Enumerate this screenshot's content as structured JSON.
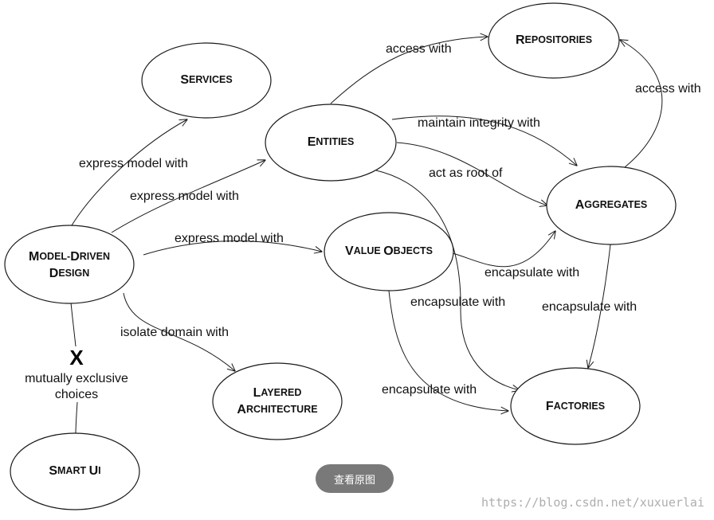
{
  "nodes": {
    "services": [
      "SERVICES"
    ],
    "repositories": [
      "REPOSITORIES"
    ],
    "entities": [
      "ENTITIES"
    ],
    "aggregates": [
      "AGGREGATES"
    ],
    "model_driven": [
      "MODEL-DRIVEN",
      "DESIGN"
    ],
    "value_objects": [
      "VALUE OBJECTS"
    ],
    "layered": [
      "LAYERED",
      "ARCHITECTURE"
    ],
    "factories": [
      "FACTORIES"
    ],
    "smart_ui": [
      "SMART UI"
    ]
  },
  "edges": {
    "access_with_repo": "access with",
    "access_with_agg": "access with",
    "express_services": "express model with",
    "express_entities": "express model with",
    "express_values": "express model with",
    "maintain_integrity": "maintain integrity with",
    "act_as_root": "act as root of",
    "encapsulate_values_agg": "encapsulate with",
    "encapsulate_entities_fact": "encapsulate with",
    "encapsulate_agg_fact": "encapsulate with",
    "encapsulate_values_fact": "encapsulate with",
    "isolate_domain": "isolate domain with"
  },
  "exclusive": {
    "mark": "X",
    "label_line1": "mutually exclusive",
    "label_line2": "choices"
  },
  "view_original_button": "查看原图",
  "watermark": "https://blog.csdn.net/xuxuerlai"
}
